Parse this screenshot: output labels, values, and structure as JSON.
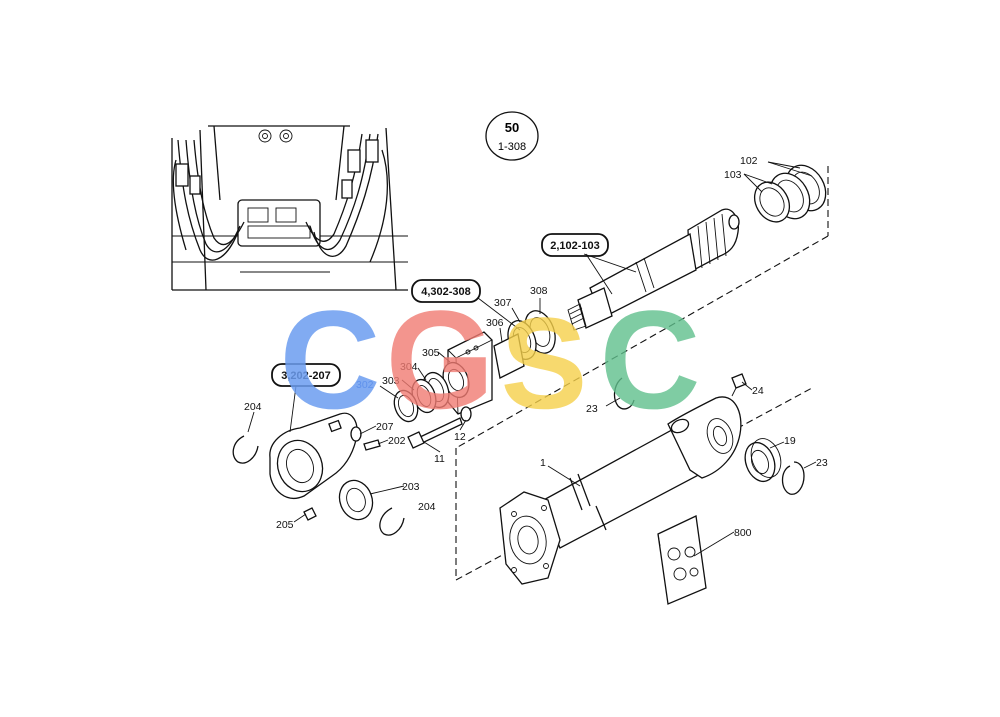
{
  "diagram": {
    "badge": {
      "top": "50",
      "bottom": "1-308"
    },
    "group_labels": {
      "g2": "2,102-103",
      "g4": "4,302-308",
      "g3": "3,202-207"
    },
    "part_labels": {
      "p102": "102",
      "p103": "103",
      "p308": "308",
      "p307": "307",
      "p306": "306",
      "p305": "305",
      "p304": "304",
      "p303": "303",
      "p302": "302",
      "p204a": "204",
      "p207": "207",
      "p202": "202",
      "p11": "11",
      "p12": "12",
      "p203": "203",
      "p204b": "204",
      "p205": "205",
      "p1": "1",
      "p23a": "23",
      "p24": "24",
      "p19": "19",
      "p23b": "23",
      "p800": "800"
    },
    "watermark": {
      "letters": [
        "C",
        "G",
        "S",
        "C"
      ],
      "colors": [
        "#6b9cf0",
        "#f07a72",
        "#f5cf4a",
        "#5fbf8c"
      ]
    }
  }
}
